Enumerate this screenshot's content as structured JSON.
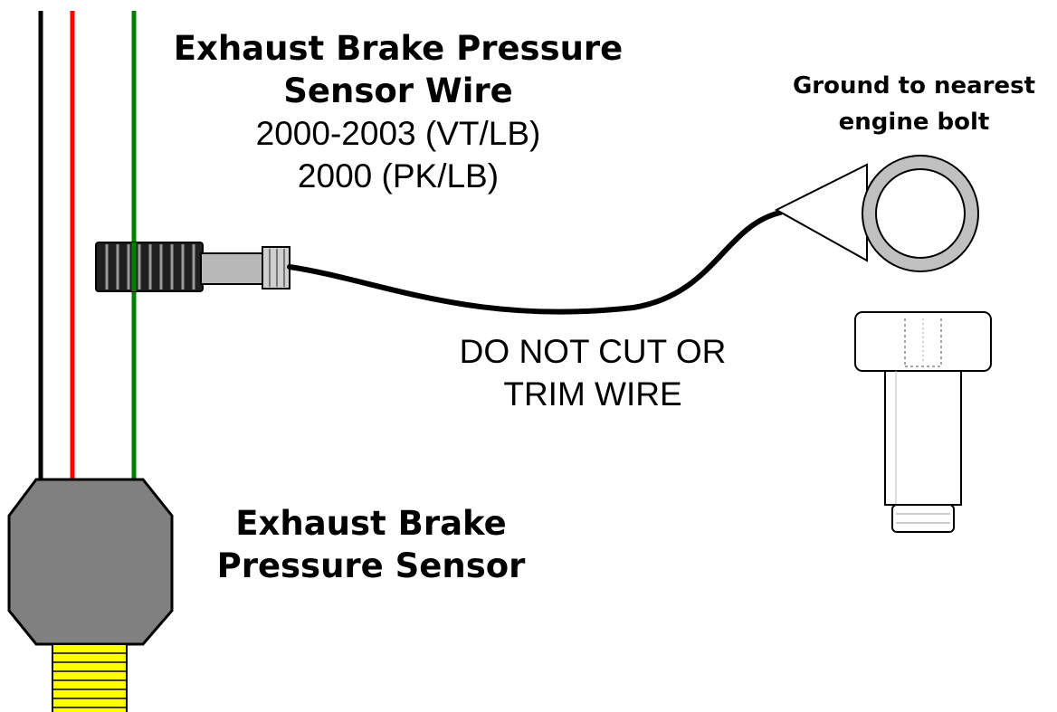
{
  "colors": {
    "wire_black": "#000000",
    "wire_red": "#ff0000",
    "wire_green": "#008000",
    "sensor_body": "#808080",
    "sensor_thread": "#ffff00",
    "ring_terminal": "#c0c0c0"
  },
  "labels": {
    "sensor_wire": {
      "line1": "Exhaust Brake Pressure",
      "line2": "Sensor Wire",
      "line3": "2000-2003 (VT/LB)",
      "line4": "2000 (PK/LB)"
    },
    "ground": {
      "line1": "Ground to nearest",
      "line2": "engine bolt"
    },
    "warning": {
      "line1": "DO NOT CUT OR",
      "line2": "TRIM WIRE"
    },
    "sensor": {
      "line1": "Exhaust Brake",
      "line2": "Pressure Sensor"
    }
  }
}
